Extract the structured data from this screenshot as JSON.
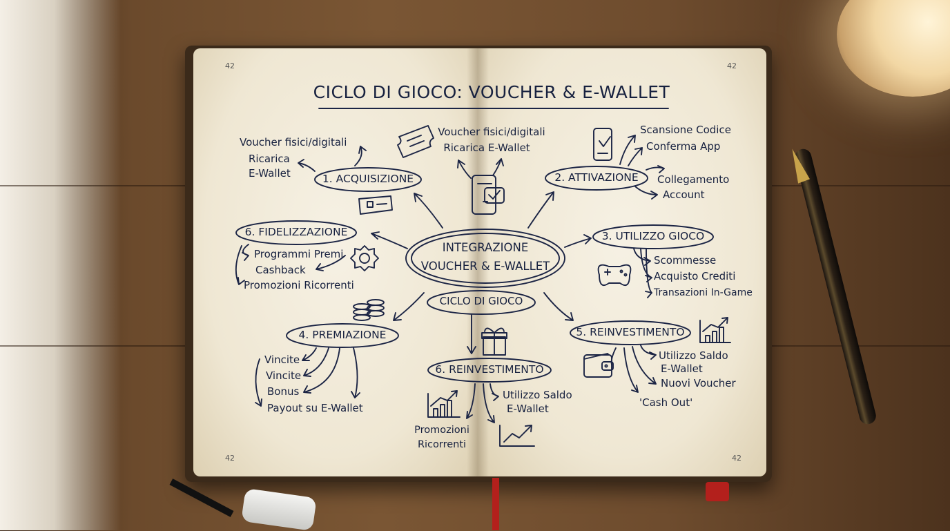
{
  "page_numbers": [
    "42",
    "42",
    "42",
    "42"
  ],
  "title": "CICLO DI GIOCO: VOUCHER & E-WALLET",
  "center": {
    "line1": "INTEGRAZIONE",
    "line2": "VOUCHER & E-WALLET",
    "sub": "CICLO DI GIOCO"
  },
  "top_middle": {
    "line1": "Voucher fisici/digitali",
    "line2": "Ricarica E-Wallet"
  },
  "acquisizione": {
    "label": "1. ACQUISIZIONE",
    "item1": "Voucher fisici/digitali",
    "item2a": "Ricarica",
    "item2b": "E-Wallet"
  },
  "attivazione": {
    "label": "2. ATTIVAZIONE",
    "item1": "Scansione Codice",
    "item2": "Conferma App",
    "item3a": "Collegamento",
    "item3b": "Account"
  },
  "utilizzo": {
    "label": "3. UTILIZZO GIOCO",
    "item1": "Scommesse",
    "item2": "Acquisto Crediti",
    "item3": "Transazioni In-Game"
  },
  "fidelizzazione": {
    "label": "6. FIDELIZZAZIONE",
    "item1": "Programmi Premi",
    "item2": "Cashback",
    "item3": "Promozioni Ricorrenti"
  },
  "premiazione": {
    "label": "4. PREMIAZIONE",
    "item1": "Vincite",
    "item2": "Vincite",
    "item3": "Bonus",
    "item4": "Payout su E-Wallet"
  },
  "reinvestimento_bottom": {
    "label": "6. REINVESTIMENTO",
    "item1a": "Utilizzo Saldo",
    "item1b": "E-Wallet",
    "item2a": "Promozioni",
    "item2b": "Ricorrenti"
  },
  "reinvestimento_right": {
    "label": "5. REINVESTIMENTO",
    "item1a": "Utilizzo Saldo",
    "item1b": "E-Wallet",
    "item2": "Nuovi Voucher",
    "item3": "'Cash Out'"
  }
}
